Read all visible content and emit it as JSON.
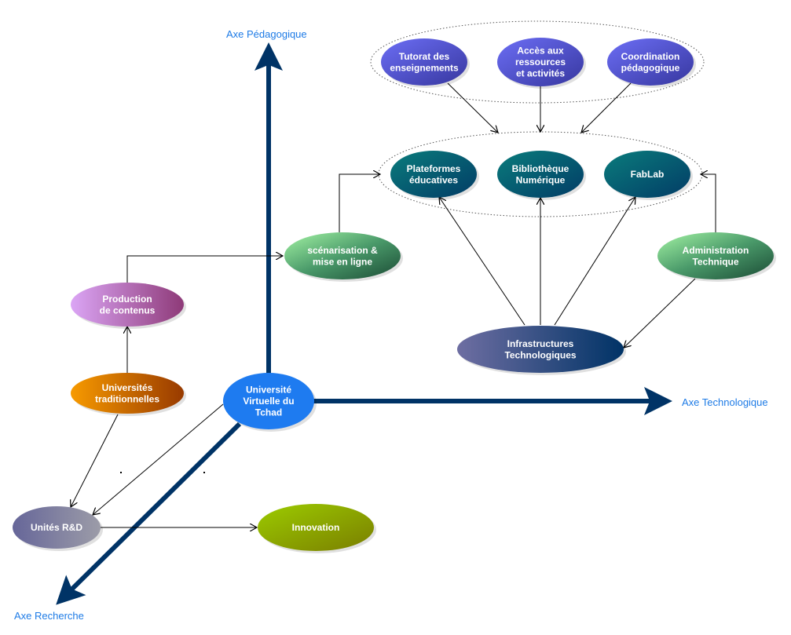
{
  "axes": {
    "pedagogique": "Axe Pédagogique",
    "technologique": "Axe Technologique",
    "recherche": "Axe Recherche"
  },
  "nodes": {
    "tutorat": [
      "Tutorat des",
      "enseignements"
    ],
    "acces": [
      "Accès aux",
      "ressources",
      "et activités"
    ],
    "coordination": [
      "Coordination",
      "pédagogique"
    ],
    "plateformes": [
      "Plateformes",
      "éducatives"
    ],
    "bibliotheque": [
      "Bibliothèque",
      "Numérique"
    ],
    "fablab": [
      "FabLab"
    ],
    "scenarisation": [
      "scénarisation &",
      "mise en ligne"
    ],
    "administration": [
      "Administration",
      "Technique"
    ],
    "production": [
      "Production",
      "de contenus"
    ],
    "infrastructures": [
      "Infrastructures",
      "Technologiques"
    ],
    "universites": [
      "Universités",
      "traditionnelles"
    ],
    "uvt": [
      "Université",
      "Virtuelle du",
      "Tchad"
    ],
    "unites": [
      "Unités R&D"
    ],
    "innovation": [
      "Innovation"
    ]
  },
  "colors": {
    "axis": "#003366",
    "axis_label": "#1e7be6",
    "pedagogy_nodes": [
      "#6a6cf0",
      "#3a3aa8"
    ],
    "tech_nodes": [
      "#0a7a7a",
      "#003a66"
    ],
    "green_nodes": [
      "#9af09a",
      "#1e5a3a"
    ],
    "production": [
      "#d9a0f0",
      "#8a3a7a"
    ],
    "infrastructures": [
      "#6a6aa0",
      "#003366"
    ],
    "universites": [
      "#f59a00",
      "#9a3a00"
    ],
    "uvt": "#1e7bf0",
    "unites": [
      "#666699",
      "#9a9aa8"
    ],
    "innovation": [
      "#9ac800",
      "#7a8000"
    ]
  }
}
